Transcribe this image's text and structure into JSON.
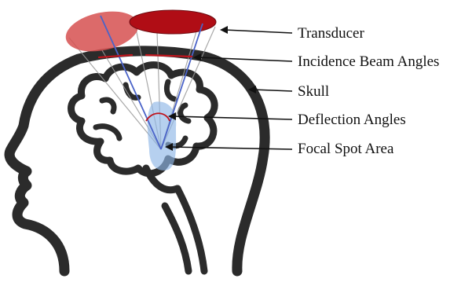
{
  "labels": {
    "transducer": "Transducer",
    "incidence": "Incidence Beam Angles",
    "skull": "Skull",
    "deflection": "Deflection Angles",
    "focal": "Focal Spot Area"
  },
  "colors": {
    "outline": "#2b2b2b",
    "transducer_front": "#b00d15",
    "transducer_back": "#d65050",
    "beam_blue": "#4a63c8",
    "focal_blue": "#8fb7e6",
    "arrow": "#111111"
  }
}
